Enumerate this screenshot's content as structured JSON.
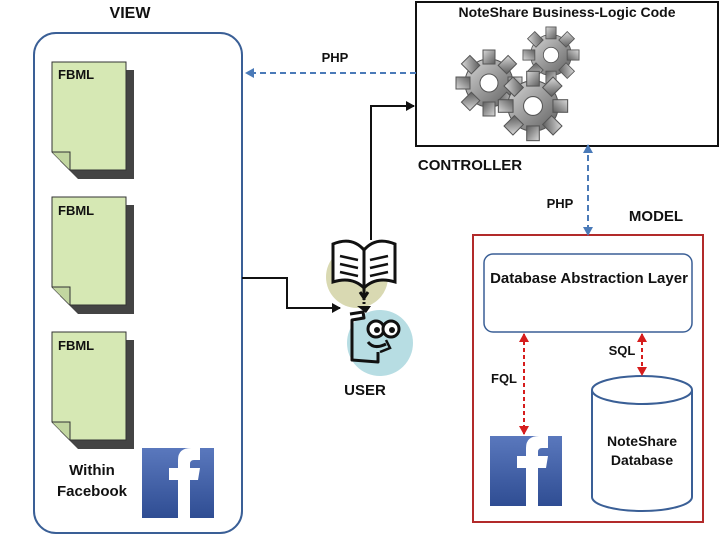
{
  "view": {
    "title": "VIEW",
    "pages": [
      {
        "label": "FBML"
      },
      {
        "label": "FBML"
      },
      {
        "label": "FBML"
      }
    ],
    "within_facebook": "Within Facebook"
  },
  "controller": {
    "title": "CONTROLLER",
    "code_box_title": "NoteShare Business-Logic Code"
  },
  "model": {
    "title": "MODEL",
    "abstraction_layer": "Database Abstraction Layer",
    "database": "NoteShare Database"
  },
  "connectors": {
    "php_view": "PHP",
    "php_model": "PHP",
    "sql": "SQL",
    "fql": "FQL"
  },
  "user": {
    "label": "USER"
  },
  "colors": {
    "view_border": "#3a5f96",
    "model_border": "#b22a2a",
    "php_arrow": "#4a7ab8",
    "red_arrow": "#d61d1d",
    "fbml_fill": "#d6e8b4",
    "facebook_blue": "#3b5aa6"
  },
  "icons": [
    "gears-icon",
    "book-icon",
    "user-face-icon",
    "facebook-logo-icon",
    "database-cylinder-icon"
  ]
}
